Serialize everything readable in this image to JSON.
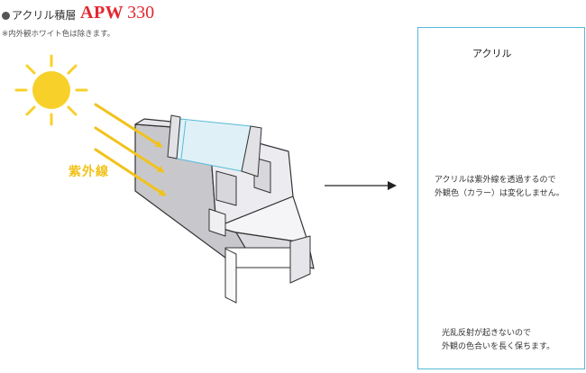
{
  "header": {
    "title": "アクリル積層",
    "brand": "APW",
    "model": "330",
    "note": "※内外観ホワイト色は除きます。"
  },
  "diagram": {
    "uv_label": "紫外線",
    "acrylic_label": "アクリル",
    "description_top": [
      "アクリルは紫外線を透過するので",
      "外観色（カラー）は変化しません。"
    ],
    "description_bottom": [
      "光乱反射が起きないので",
      "外観の色合いを長く保ちます。"
    ]
  },
  "colors": {
    "sun": "#f8d02a",
    "arrow": "#f2c21b",
    "accent_red": "#e3262f",
    "panel_border": "#57b9d9",
    "glass": "#dff1f7"
  }
}
